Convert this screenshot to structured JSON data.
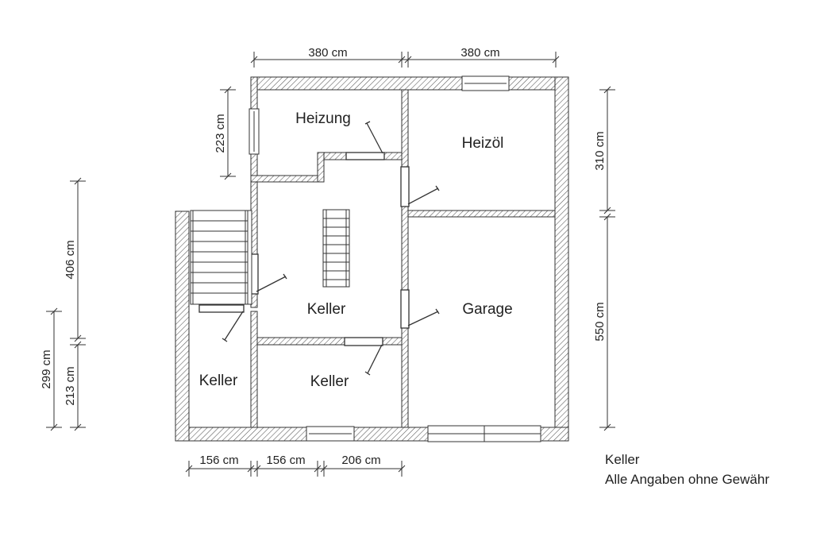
{
  "rooms": {
    "heizung": "Heizung",
    "heizoel": "Heizöl",
    "keller_main": "Keller",
    "garage": "Garage",
    "keller_left": "Keller",
    "keller_bottom": "Keller"
  },
  "dimensions": {
    "top_left": "380 cm",
    "top_right": "380 cm",
    "left_223": "223 cm",
    "left_406": "406 cm",
    "left_299": "299 cm",
    "left_213": "213 cm",
    "right_310": "310 cm",
    "right_550": "550 cm",
    "bottom_156a": "156 cm",
    "bottom_156b": "156 cm",
    "bottom_206": "206 cm"
  },
  "caption": {
    "line1": "Keller",
    "line2": "Alle Angaben ohne Gewähr"
  }
}
